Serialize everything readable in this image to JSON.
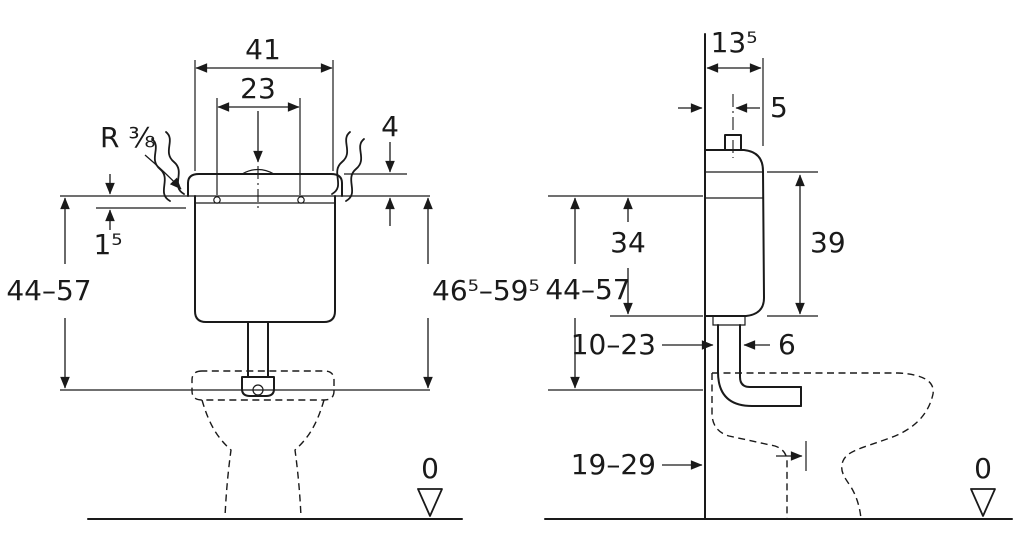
{
  "drawing": {
    "front_view": {
      "dim_width_total": "41",
      "dim_actuation_width": "23",
      "dim_lid_height": "4",
      "supply_connection": "R ⅜",
      "dim_inlet_offset": "1⁵",
      "dim_inlet_height_range": "44–57",
      "dim_top_height_range": "46⁵–59⁵",
      "datum_level": "0"
    },
    "side_view": {
      "dim_depth": "13⁵",
      "dim_supply_to_wall": "5",
      "dim_cistern_height": "39",
      "dim_inlet_to_outlet": "34",
      "dim_inlet_height_range": "44–57",
      "dim_flush_bend_range": "10–23",
      "dim_flush_pipe_width": "6",
      "dim_outlet_height_range": "19–29",
      "datum_level": "0"
    }
  }
}
